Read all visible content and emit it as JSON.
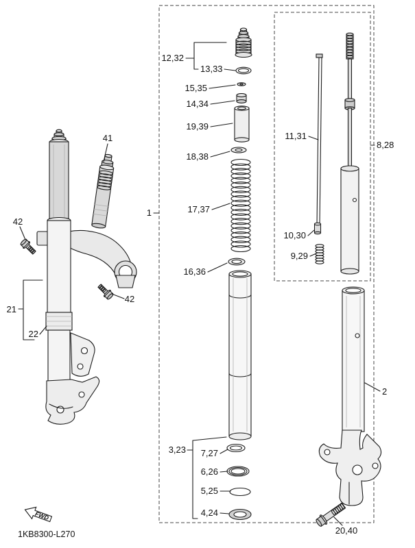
{
  "diagram": {
    "part_code": "1KB8300-L270",
    "fwd": "FWD",
    "labels": {
      "assembly": "1",
      "outer_tube": "2",
      "inner_tube_group": "3,23",
      "dust_seal": "4,24",
      "clip": "5,25",
      "oil_seal": "6,26",
      "seal_washer": "7,27",
      "damper_assy": "8,28",
      "rebound_spring": "9,29",
      "oil_lock_piece": "10,30",
      "damper_rod": "11,31",
      "cap_bolt": "12,32",
      "cap_oring": "13,33",
      "nut": "14,34",
      "washer": "15,35",
      "spring_seat_lower": "16,36",
      "fork_spring": "17,37",
      "spring_seat_upper": "18,38",
      "spacer": "19,39",
      "axle_bolt": "20,40",
      "fork_left_assy": "21",
      "cover_tube": "22",
      "stem_tube": "41",
      "pinch_bolt": "42"
    }
  }
}
